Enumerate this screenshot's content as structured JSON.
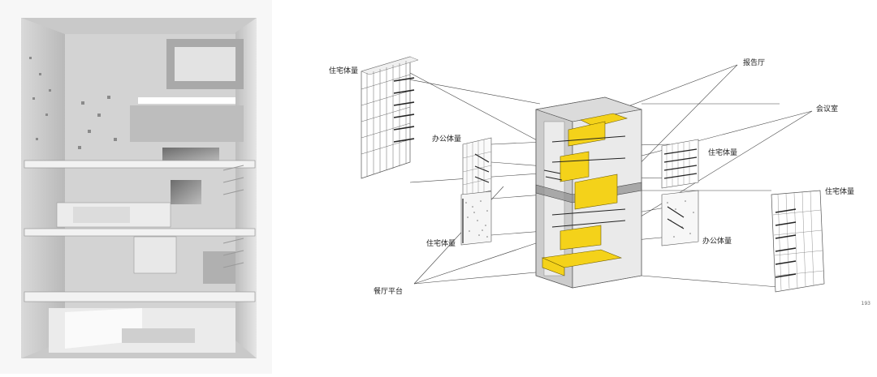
{
  "labels": {
    "residential_top_left": "住宅体量",
    "lecture_hall": "报告厅",
    "meeting_room": "会议室",
    "office_left": "办公体量",
    "residential_mid_right": "住宅体量",
    "residential_far_right": "住宅体量",
    "residential_lower_left": "住宅体量",
    "office_right": "办公体量",
    "restaurant_platform": "餐厅平台"
  },
  "page_number": "193",
  "colors": {
    "highlight": "#f4d21a",
    "frame": "#8c8c8c",
    "line": "#444444"
  }
}
